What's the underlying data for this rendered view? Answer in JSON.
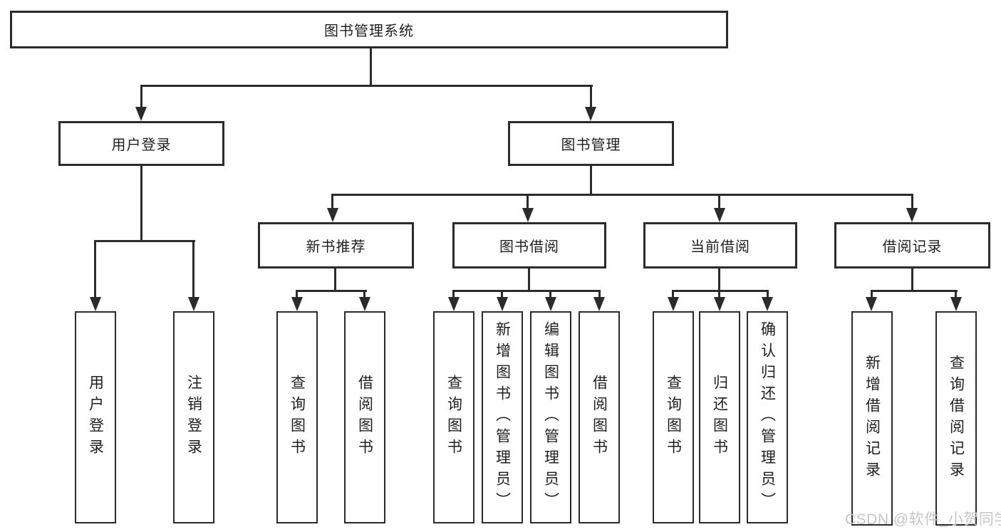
{
  "diagram": {
    "root": {
      "label": "图书管理系统"
    },
    "user_login": {
      "label": "用户登录",
      "children": [
        {
          "label": "用户登录"
        },
        {
          "label": "注销登录"
        }
      ]
    },
    "book_mgmt": {
      "label": "图书管理",
      "children": [
        {
          "label": "新书推荐",
          "children": [
            {
              "label": "查询图书"
            },
            {
              "label": "借阅图书"
            }
          ]
        },
        {
          "label": "图书借阅",
          "children": [
            {
              "label": "查询图书"
            },
            {
              "label": "新增图书（管理员）"
            },
            {
              "label": "编辑图书（管理员）"
            },
            {
              "label": "借阅图书"
            }
          ]
        },
        {
          "label": "当前借阅",
          "children": [
            {
              "label": "查询图书"
            },
            {
              "label": "归还图书"
            },
            {
              "label": "确认归还（管理员）"
            }
          ]
        },
        {
          "label": "借阅记录",
          "children": [
            {
              "label": "新增借阅记录"
            },
            {
              "label": "查询借阅记录"
            }
          ]
        }
      ]
    }
  },
  "watermark": {
    "text": "CSDN @软件_小贺同学"
  },
  "colors": {
    "line": "#2b2b2b",
    "text": "#1f1f1f",
    "watermark": "#c6c6c6",
    "background": "#ffffff"
  }
}
